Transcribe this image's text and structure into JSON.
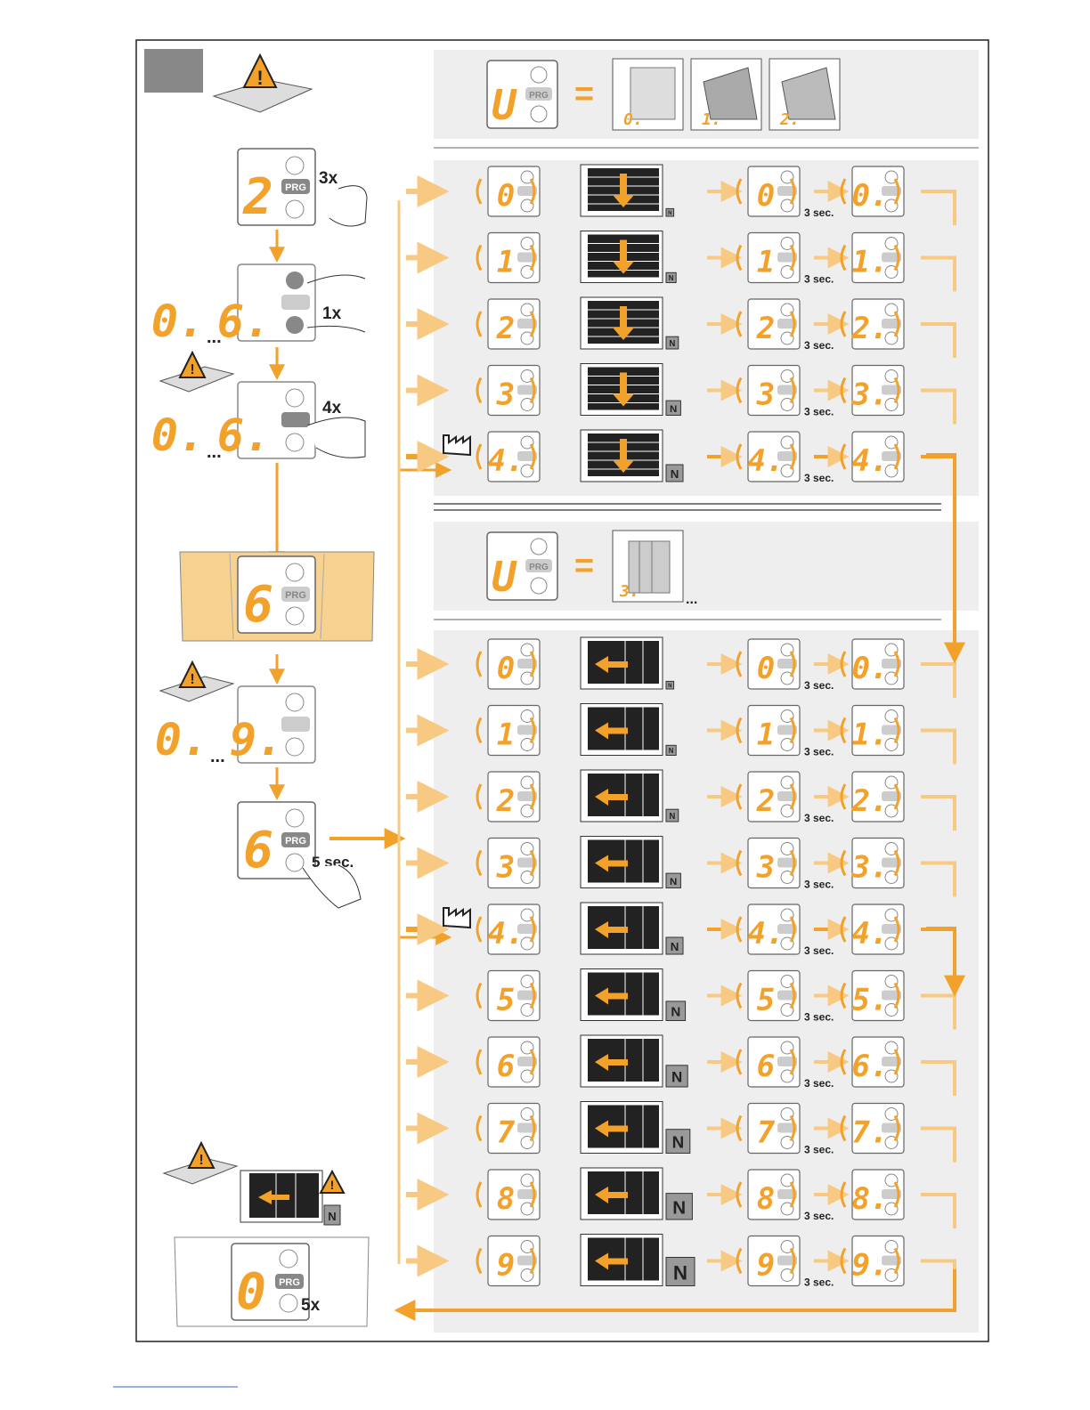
{
  "labels": {
    "prg": "PRG",
    "press_3x": "3x",
    "press_1x": "1x",
    "press_4x": "4x",
    "press_5s": "5 sec.",
    "press_5x": "5x",
    "hold_3s": "3 sec.",
    "ellipsis": "...",
    "equals": "="
  },
  "left_column": {
    "display_step1": "2",
    "range_a_from": "0.",
    "range_a_to": "6.",
    "display_panel": "6",
    "range_b_from": "0.",
    "range_b_to": "9.",
    "display_step6": "6",
    "display_final": "0"
  },
  "door_types": {
    "selector_digit": "U",
    "overhead": [
      "0.",
      "1.",
      "2."
    ],
    "sliding": [
      "3."
    ]
  },
  "overhead_rows": [
    {
      "digit": "0",
      "result": "0.",
      "weight": 1
    },
    {
      "digit": "1",
      "result": "1.",
      "weight": 2
    },
    {
      "digit": "2",
      "result": "2.",
      "weight": 3
    },
    {
      "digit": "3",
      "result": "3.",
      "weight": 4
    },
    {
      "digit": "4.",
      "result": "4.",
      "weight": 5,
      "factory": true
    }
  ],
  "sliding_rows": [
    {
      "digit": "0",
      "result": "0.",
      "weight": 1
    },
    {
      "digit": "1",
      "result": "1.",
      "weight": 2
    },
    {
      "digit": "2",
      "result": "2.",
      "weight": 3
    },
    {
      "digit": "3",
      "result": "3.",
      "weight": 4
    },
    {
      "digit": "4.",
      "result": "4.",
      "weight": 5,
      "factory": true
    },
    {
      "digit": "5",
      "result": "5.",
      "weight": 6
    },
    {
      "digit": "6",
      "result": "6.",
      "weight": 7
    },
    {
      "digit": "7",
      "result": "7.",
      "weight": 8
    },
    {
      "digit": "8",
      "result": "8.",
      "weight": 9
    },
    {
      "digit": "9",
      "result": "9.",
      "weight": 10
    }
  ],
  "colors": {
    "orange": "#f2a12a",
    "orange_dark": "#d98a10",
    "orange_light": "#f7c982",
    "panel_bg": "#eeeeee",
    "grey_box": "#888888",
    "display_bg": "#ffffff"
  }
}
